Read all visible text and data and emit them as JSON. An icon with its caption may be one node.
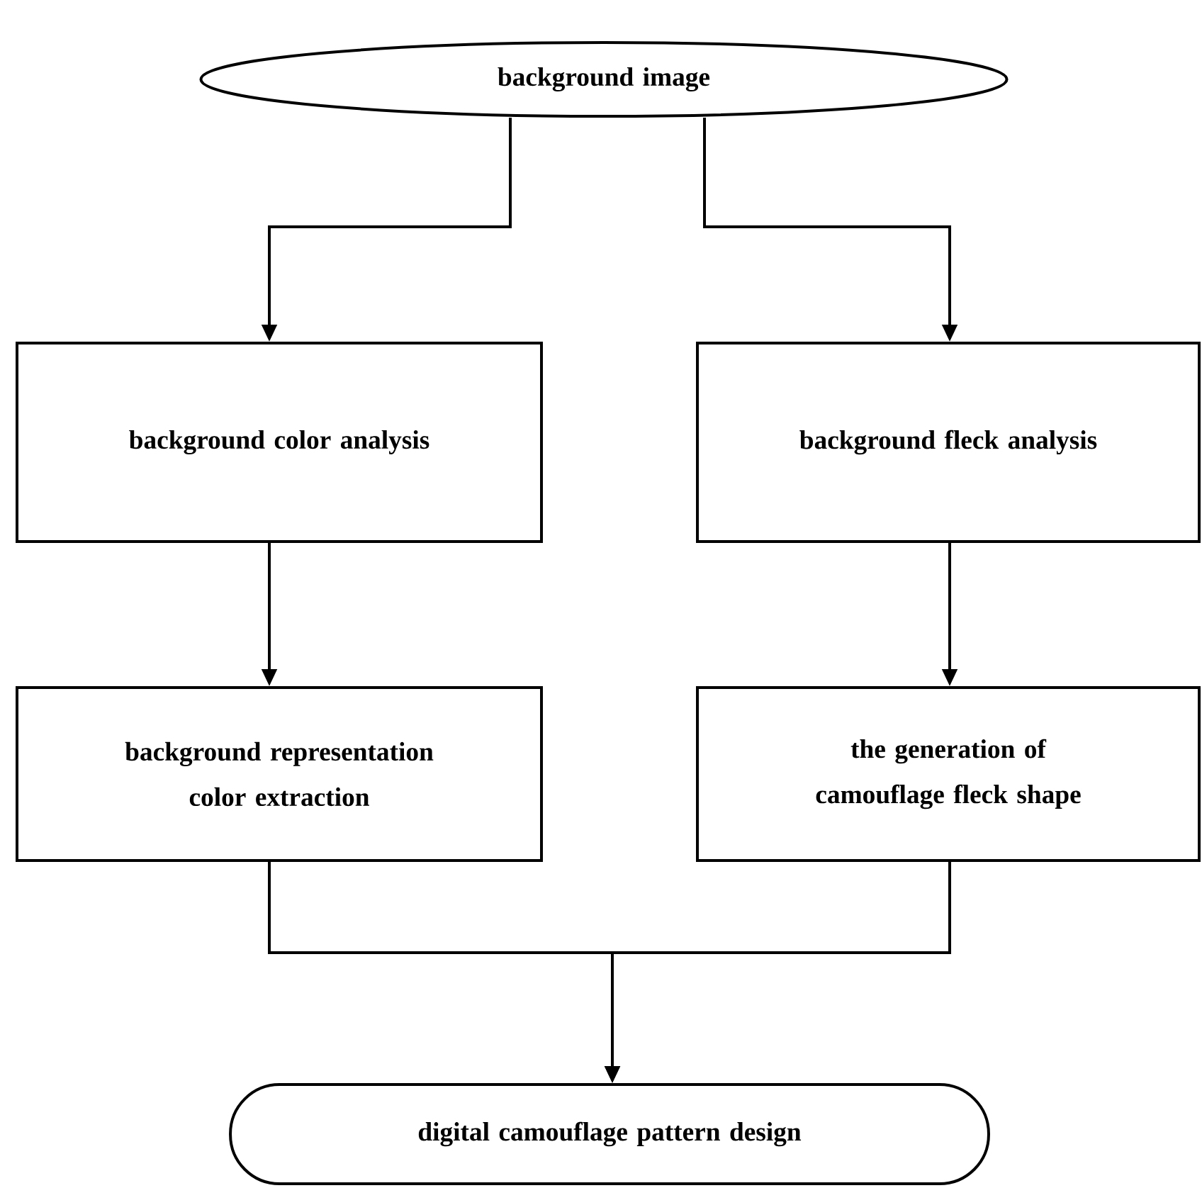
{
  "diagram": {
    "nodes": [
      {
        "text": [
          "background image"
        ]
      },
      {
        "text": [
          "background color analysis"
        ]
      },
      {
        "text": [
          "background fleck analysis"
        ]
      },
      {
        "text": [
          "background representation color extraction"
        ]
      },
      {
        "text": [
          "the generation of camouflage fleck shape"
        ]
      },
      {
        "text": [
          "digital camouflage pattern design"
        ]
      }
    ],
    "edges": [
      {
        "from": 0,
        "to": 1,
        "arrow": "to"
      },
      {
        "from": 0,
        "to": 2,
        "arrow": "to"
      },
      {
        "from": 1,
        "to": 3,
        "arrow": "to"
      },
      {
        "from": 2,
        "to": 4,
        "arrow": "to"
      },
      {
        "from": 3,
        "to": 5,
        "arrow": "to"
      },
      {
        "from": 4,
        "to": 5,
        "arrow": "to"
      }
    ]
  }
}
